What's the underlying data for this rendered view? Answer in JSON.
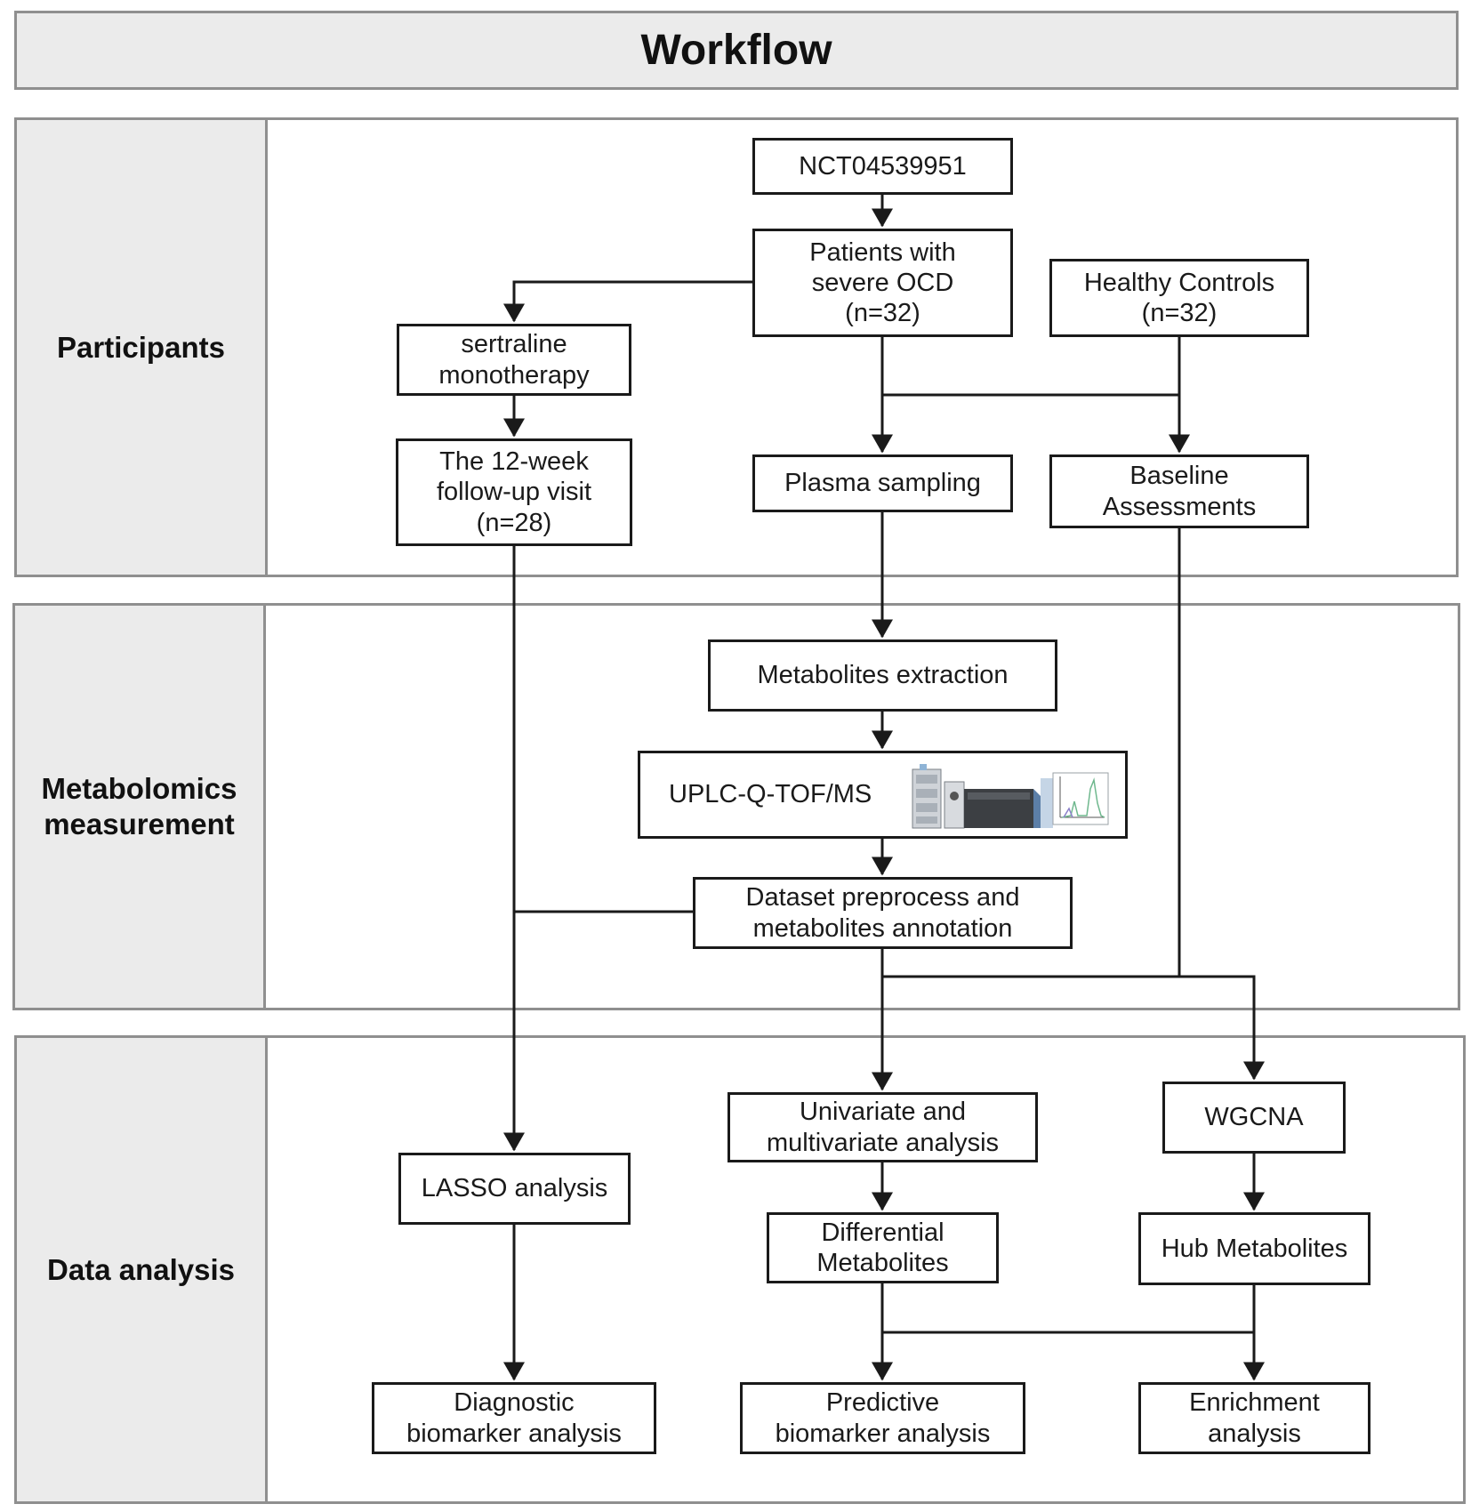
{
  "title": "Workflow",
  "sections": {
    "participants": "Participants",
    "metabolomics": "Metabolomics\nmeasurement",
    "data_analysis": "Data analysis"
  },
  "nodes": {
    "trial_id": "NCT04539951",
    "patients": "Patients with\nsevere  OCD\n(n=32)",
    "controls": "Healthy Controls\n(n=32)",
    "sertraline": "sertraline\nmonotherapy",
    "followup": "The 12-week\nfollow-up visit\n(n=28)",
    "plasma": "Plasma sampling",
    "baseline": "Baseline\nAssessments",
    "extraction": "Metabolites extraction",
    "uplc": "UPLC-Q-TOF/MS",
    "preprocess": "Dataset  preprocess and\nmetabolites annotation",
    "univariate": "Univariate and\nmultivariate analysis",
    "wgcna": "WGCNA",
    "lasso": "LASSO analysis",
    "differential": "Differential\nMetabolites",
    "hub": "Hub Metabolites",
    "diagnostic": "Diagnostic\nbiomarker analysis",
    "predictive": "Predictive\nbiomarker analysis",
    "enrichment": "Enrichment\nanalysis"
  },
  "instrument_icon": "lc-ms-instrument-icon"
}
